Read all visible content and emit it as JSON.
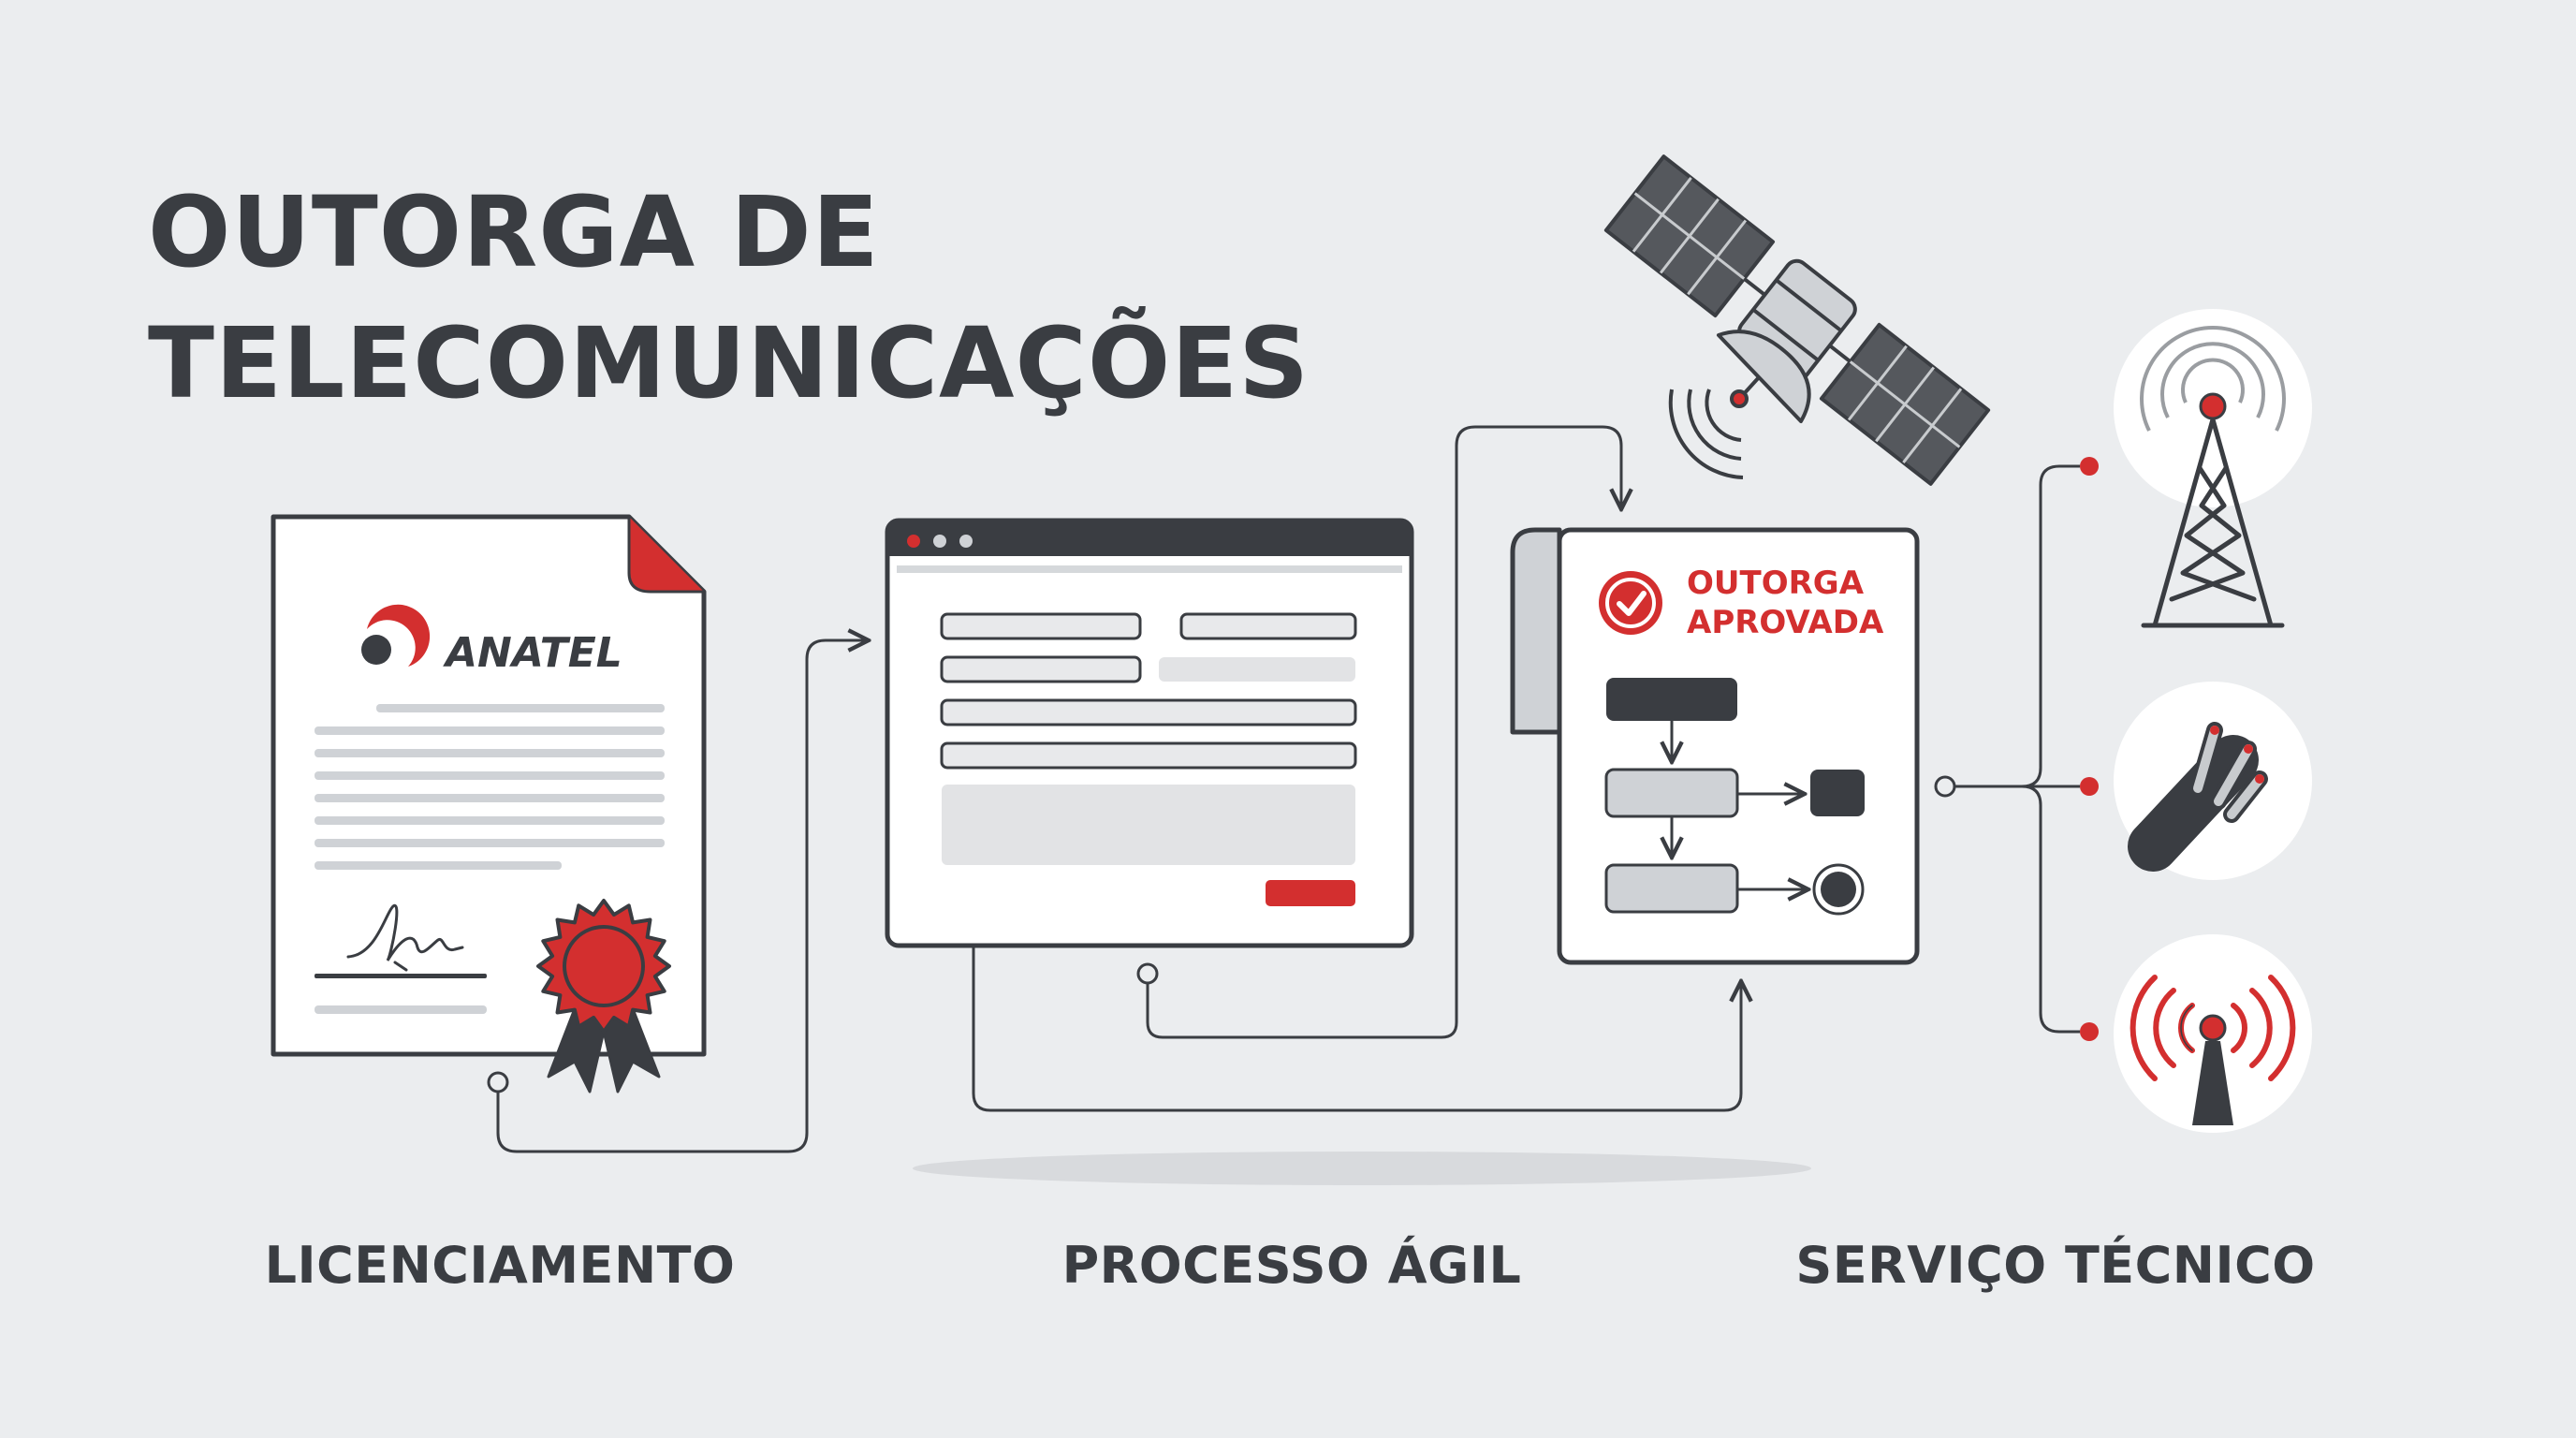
{
  "title": {
    "line1": "OUTORGA DE",
    "line2": "TELECOMUNICAÇÕES"
  },
  "document": {
    "logo_text": "ANATEL",
    "icons": [
      "anatel-logo",
      "signature",
      "seal-ribbon-icon"
    ]
  },
  "approval": {
    "status_line1": "OUTORGA",
    "status_line2": "APROVADA",
    "icon": "check-circle-icon"
  },
  "steps": {
    "step1": "LICENCIAMENTO",
    "step2": "PROCESSO ÁGIL",
    "step3": "SERVIÇO TÉCNICO"
  },
  "services": [
    "radio-tower-icon",
    "fiber-cable-icon",
    "wireless-antenna-icon"
  ],
  "colors": {
    "background": "#ebedef",
    "dark": "#3a3d42",
    "accent_red": "#d32f2f",
    "light_gray": "#cfd2d6",
    "white": "#ffffff"
  }
}
